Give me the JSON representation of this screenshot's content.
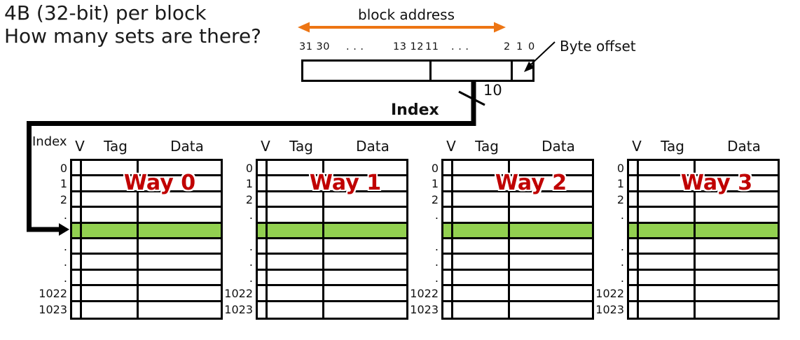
{
  "question": {
    "line1": "4B (32-bit) per block",
    "line2": "How many sets are there?"
  },
  "address": {
    "block_address_label": "block address",
    "byte_offset_label": "Byte offset",
    "bit_labels": {
      "b31_30": "31 30",
      "dots1": ". . .",
      "b13_12": "13 12",
      "b11": "11",
      "dots2": ". . .",
      "b2": "2",
      "b1": "1",
      "b0": "0"
    },
    "index_arrow_label": "Index",
    "index_bits": "10"
  },
  "cache": {
    "index_column_header": "Index",
    "column_headers": {
      "valid": "V",
      "tag": "Tag",
      "data": "Data"
    },
    "row_labels": [
      "0",
      "1",
      "2",
      ".",
      "",
      ".",
      ".",
      ".",
      "1022",
      "1023"
    ],
    "highlight_row_index": 4,
    "ways": [
      {
        "label": "Way 0"
      },
      {
        "label": "Way 1"
      },
      {
        "label": "Way 2"
      },
      {
        "label": "Way 3"
      }
    ]
  },
  "colors": {
    "highlight_green": "#92D050",
    "way_label_red": "#C00000",
    "arrow_orange": "#ED7513",
    "line_black": "#000000"
  }
}
